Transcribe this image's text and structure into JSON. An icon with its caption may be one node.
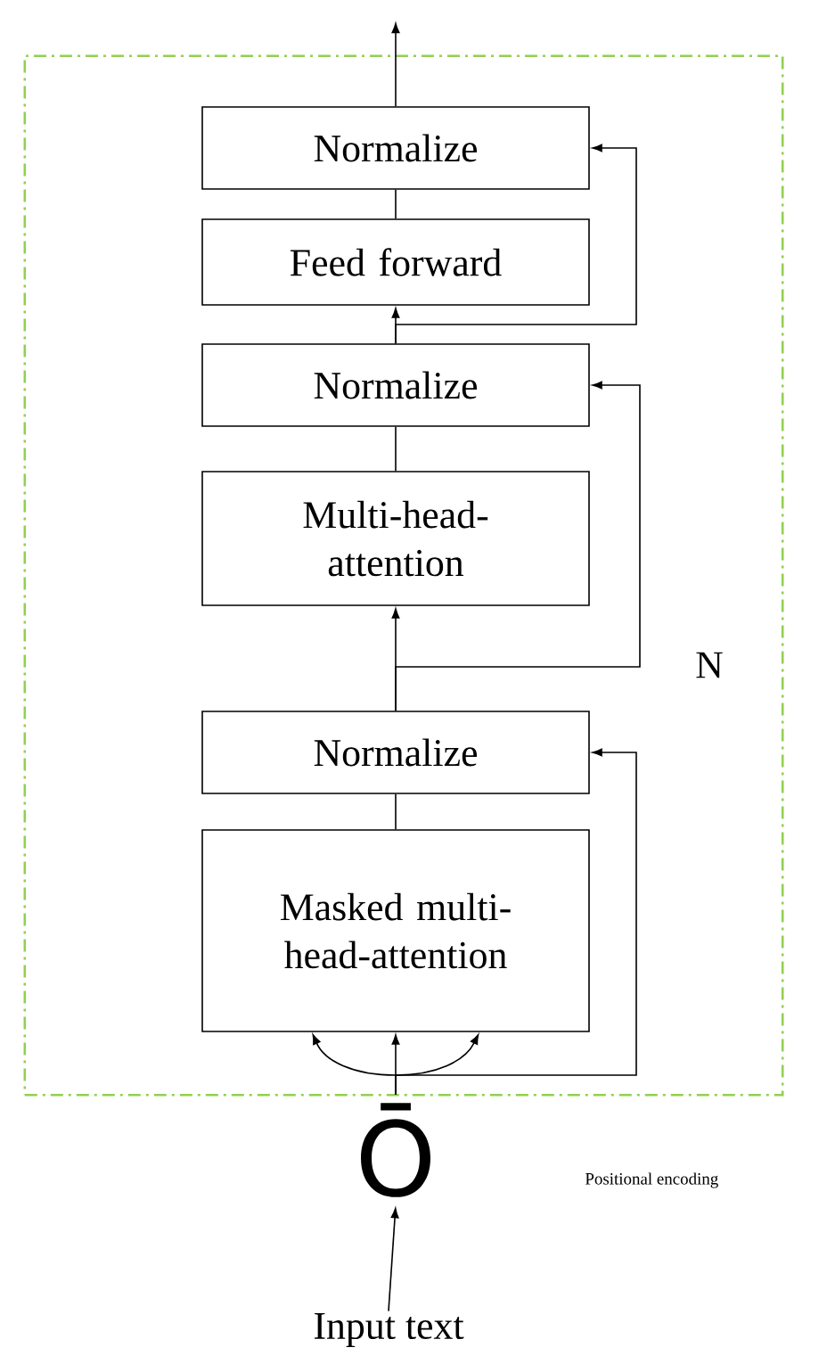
{
  "diagram": {
    "nodes": [
      {
        "text": [
          "N"
        ]
      },
      {
        "text": [
          "Normalize"
        ],
        "in": 0
      },
      {
        "text": [
          "Feed forward"
        ],
        "in": 0
      },
      {
        "text": [
          "Normalize"
        ],
        "in": 0
      },
      {
        "text": [
          "Multi-head-attention"
        ],
        "in": 0
      },
      {
        "text": [
          "Normalize"
        ],
        "in": 0
      },
      {
        "text": [
          "Masked multi-head-attention"
        ],
        "in": 0
      },
      {
        "text": [
          "Ō"
        ]
      },
      {
        "text": [
          "Input text"
        ]
      }
    ],
    "edges": [
      {
        "from": 8,
        "to": 7,
        "arrow": "to"
      },
      {
        "from": 7,
        "to": 6,
        "arrow": "to"
      },
      {
        "from": 7,
        "to": 6,
        "arrow": "to"
      },
      {
        "from": 7,
        "to": 6,
        "arrow": "to"
      },
      {
        "from": 7,
        "to": 5,
        "arrow": "to"
      },
      {
        "from": 6,
        "to": 5,
        "arrow": "none"
      },
      {
        "from": 5,
        "to": 4,
        "arrow": "to"
      },
      {
        "from": 5,
        "to": 3,
        "arrow": "to"
      },
      {
        "from": 4,
        "to": 3,
        "arrow": "none"
      },
      {
        "from": 3,
        "to": 2,
        "arrow": "to"
      },
      {
        "from": 3,
        "to": 1,
        "arrow": "to"
      },
      {
        "from": 2,
        "to": 1,
        "arrow": "none"
      },
      {
        "from": 1,
        "to": null,
        "arrow": "to"
      }
    ],
    "labels": [
      "Positional encoding"
    ]
  }
}
